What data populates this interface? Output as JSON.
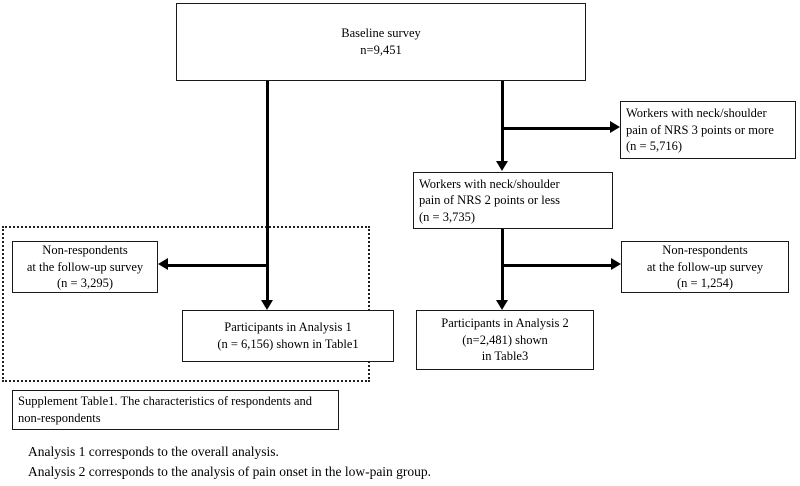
{
  "figure": {
    "type": "flowchart",
    "title": "Participant flow diagram"
  },
  "nodes": {
    "baseline": {
      "name": "baseline-survey",
      "lines": [
        "Baseline survey",
        "n=9,451"
      ],
      "n": "9,451"
    },
    "nrs3_or_more": {
      "name": "workers-nrs3-or-more",
      "lines": [
        "Workers with neck/shoulder",
        "pain of NRS 3 points or more",
        "(n = 5,716)"
      ],
      "n": "5,716"
    },
    "nrs2_or_less": {
      "name": "workers-nrs2-or-less",
      "lines": [
        "Workers with neck/shoulder",
        "pain of NRS 2 points or less",
        "(n = 3,735)"
      ],
      "n": "3,735"
    },
    "nonrespondents_left": {
      "name": "non-respondents-analysis1",
      "lines": [
        "Non-respondents",
        "at the follow-up survey",
        "(n = 3,295)"
      ],
      "n": "3,295"
    },
    "nonrespondents_right": {
      "name": "non-respondents-analysis2",
      "lines": [
        "Non-respondents",
        "at the follow-up survey",
        "(n = 1,254)"
      ],
      "n": "1,254"
    },
    "analysis1": {
      "name": "participants-analysis-1",
      "lines": [
        "Participants in Analysis 1",
        "(n = 6,156) shown in Table1"
      ],
      "n": "6,156"
    },
    "analysis2": {
      "name": "participants-analysis-2",
      "lines": [
        "Participants in Analysis 2",
        "(n=2,481) shown",
        "in Table3"
      ],
      "n": "2,481"
    },
    "supplement": {
      "name": "supplement-table-note",
      "lines": [
        "Supplement Table1. The characteristics of respondents and",
        "non-respondents"
      ]
    }
  },
  "captions": {
    "line1": "Analysis 1 corresponds to the overall analysis.",
    "line2": "Analysis 2 corresponds to the analysis of pain onset in the low-pain group."
  },
  "colors": {
    "stroke": "#000000",
    "box_border": "#1a1a1a",
    "background": "#ffffff",
    "dotted_border": "#202020"
  }
}
